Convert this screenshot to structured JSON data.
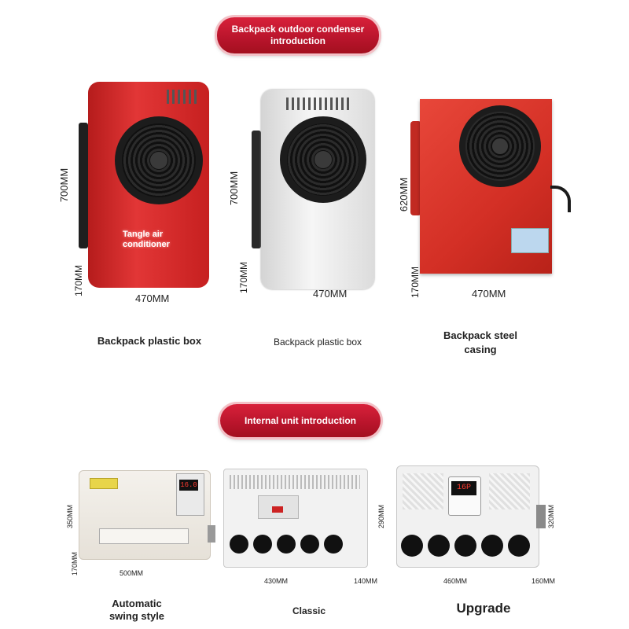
{
  "sections": {
    "outdoor_title": "Backpack outdoor condenser introduction",
    "indoor_title": "Internal unit introduction"
  },
  "outdoor_units": [
    {
      "caption": "Backpack plastic box",
      "height": "700MM",
      "depth": "170MM",
      "width": "470MM",
      "panel_text": "Tangle air conditioner",
      "color": "#d62828"
    },
    {
      "caption": "Backpack plastic box",
      "height": "700MM",
      "depth": "170MM",
      "width": "470MM",
      "color": "#ececec"
    },
    {
      "caption": "Backpack steel casing",
      "height": "620MM",
      "depth": "170MM",
      "width": "470MM",
      "color": "#e03a2e"
    }
  ],
  "indoor_units": [
    {
      "caption": "Automatic swing style",
      "height": "350MM",
      "depth": "170MM",
      "width": "500MM",
      "display": "16.0"
    },
    {
      "caption": "Classic",
      "height": "290MM",
      "depth": "140MM",
      "width": "430MM"
    },
    {
      "caption": "Upgrade",
      "height": "320MM",
      "depth": "160MM",
      "width": "460MM",
      "display": "16P"
    }
  ],
  "colors": {
    "banner_red": "#c0182d",
    "banner_glow": "#f3c0c6"
  }
}
